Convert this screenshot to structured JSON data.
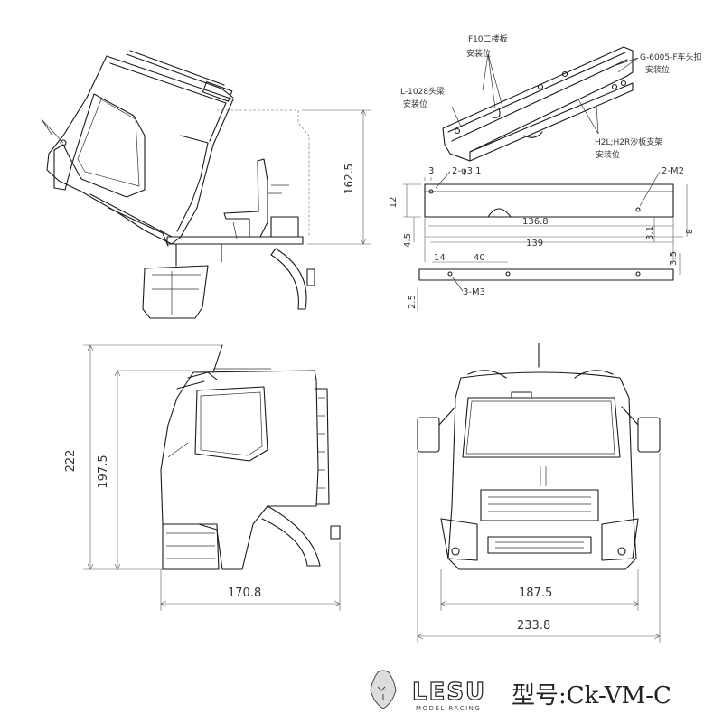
{
  "labels": {
    "f10": "F10二楼板",
    "f10_sub": "安装位",
    "g6005": "G-6005-F车头扣",
    "g6005_sub": "安装位",
    "l1028": "L-1028头梁",
    "l1028_sub": "安装位",
    "h2l": "H2L;H2R沙板支架",
    "h2l_sub": "安装位"
  },
  "dims": {
    "d162_5": "162.5",
    "d3": "3",
    "d2phi": "2-φ3.1",
    "d2m2": "2-M2",
    "d12": "12",
    "d136_8": "136.8",
    "d4_5": "4.5",
    "d139": "139",
    "d3_1": "3.1",
    "d8": "8",
    "d14": "14",
    "d40": "40",
    "d3_5": "3.5",
    "d2_5": "2.5",
    "d3m3": "3-M3",
    "d222": "222",
    "d197_5": "197.5",
    "d170_8": "170.8",
    "d187_5": "187.5",
    "d233_8": "233.8"
  },
  "brand": {
    "logo_text": "LESU",
    "logo_sub": "MODEL RACING",
    "model_label": "型号:Ck-VM-C"
  }
}
